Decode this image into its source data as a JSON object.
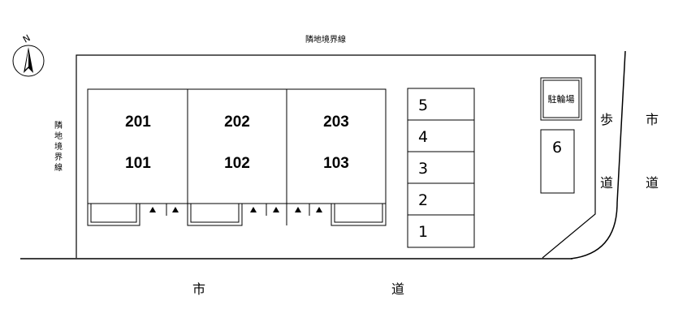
{
  "compass": {
    "letter": "N"
  },
  "labels": {
    "boundary_top": "隣地境界線",
    "boundary_left": [
      "隣",
      "地",
      "境",
      "界",
      "線"
    ],
    "road_bottom_left": "市",
    "road_bottom_right": "道",
    "sidewalk": [
      "歩",
      "道"
    ],
    "road_right": [
      "市",
      "道"
    ],
    "bicycle_parking": "駐輪場"
  },
  "units": {
    "upper": [
      "201",
      "202",
      "203"
    ],
    "lower": [
      "101",
      "102",
      "103"
    ]
  },
  "parking": [
    "5",
    "4",
    "3",
    "2",
    "1"
  ],
  "parking_extra": "6"
}
